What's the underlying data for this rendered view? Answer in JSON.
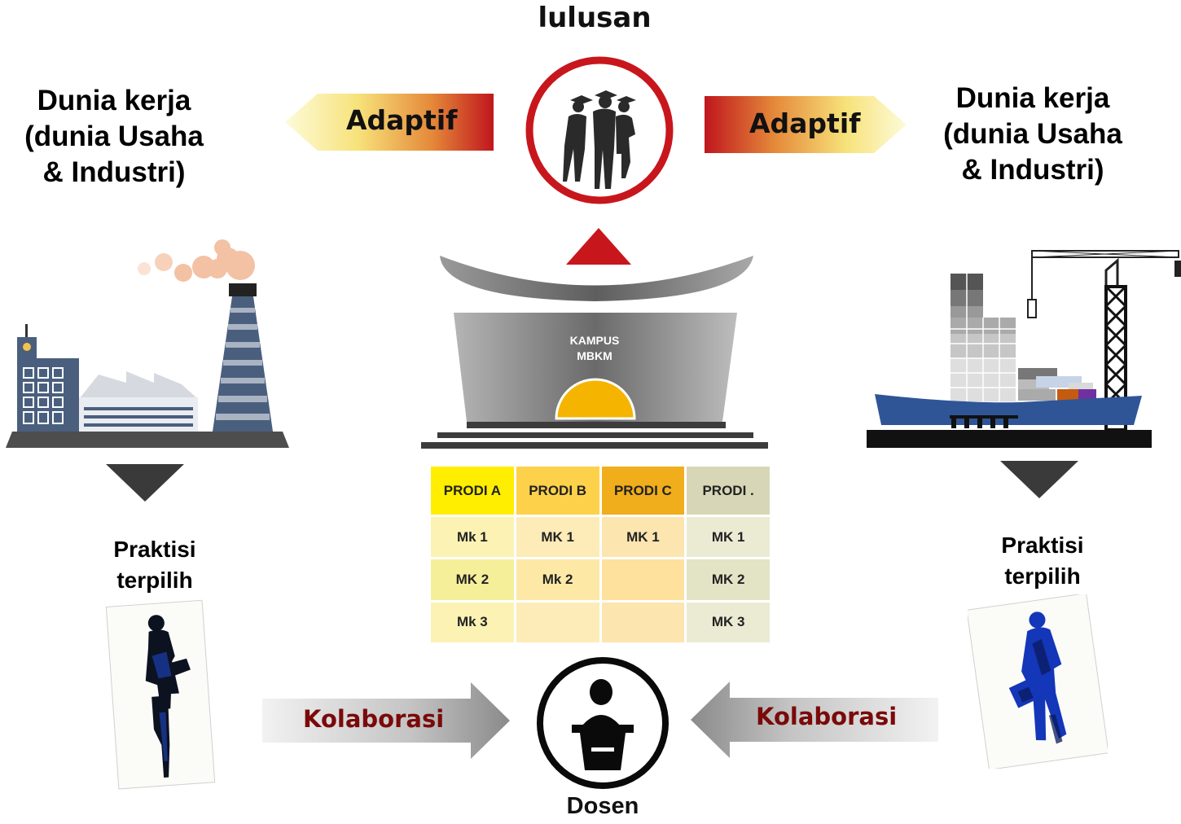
{
  "top": {
    "title": "lulusan"
  },
  "left": {
    "heading_lines": [
      "Dunia kerja",
      "(dunia Usaha",
      "& Industri)"
    ],
    "arrow_label": "Adaptif",
    "person_lines": [
      "Praktisi",
      "terpilih"
    ],
    "collab_label": "Kolaborasi"
  },
  "right": {
    "heading_lines": [
      "Dunia kerja",
      "(dunia Usaha",
      "& Industri)"
    ],
    "arrow_label": "Adaptif",
    "person_lines": [
      "Praktisi",
      "terpilih"
    ],
    "collab_label": "Kolaborasi"
  },
  "campus": {
    "label_lines": [
      "KAMPUS",
      "MBKM"
    ]
  },
  "table": {
    "headers": [
      "PRODI  A",
      "PRODI B",
      "PRODI C",
      "PRODI ."
    ],
    "rows": [
      [
        "Mk  1",
        "MK 1",
        "MK 1",
        "MK 1"
      ],
      [
        "MK 2",
        "Mk 2",
        "",
        "MK 2"
      ],
      [
        "Mk 3",
        "",
        "",
        "MK 3"
      ]
    ]
  },
  "bottom": {
    "title": "Dosen"
  },
  "colors": {
    "red": "#c8161d",
    "adaptif_left_from": "#fbf6c8",
    "adaptif_left_to": "#c0161d",
    "kolaborasi_text": "#7a0a0a",
    "down_arrow": "#3a3a3a",
    "ship_hull": "#2f5597"
  },
  "icons": [
    "graduates-icon",
    "campus-building-icon",
    "factory-icon",
    "ship-crane-icon",
    "lecturer-icon",
    "businesswoman-sketch-icon",
    "businessman-sketch-icon"
  ]
}
